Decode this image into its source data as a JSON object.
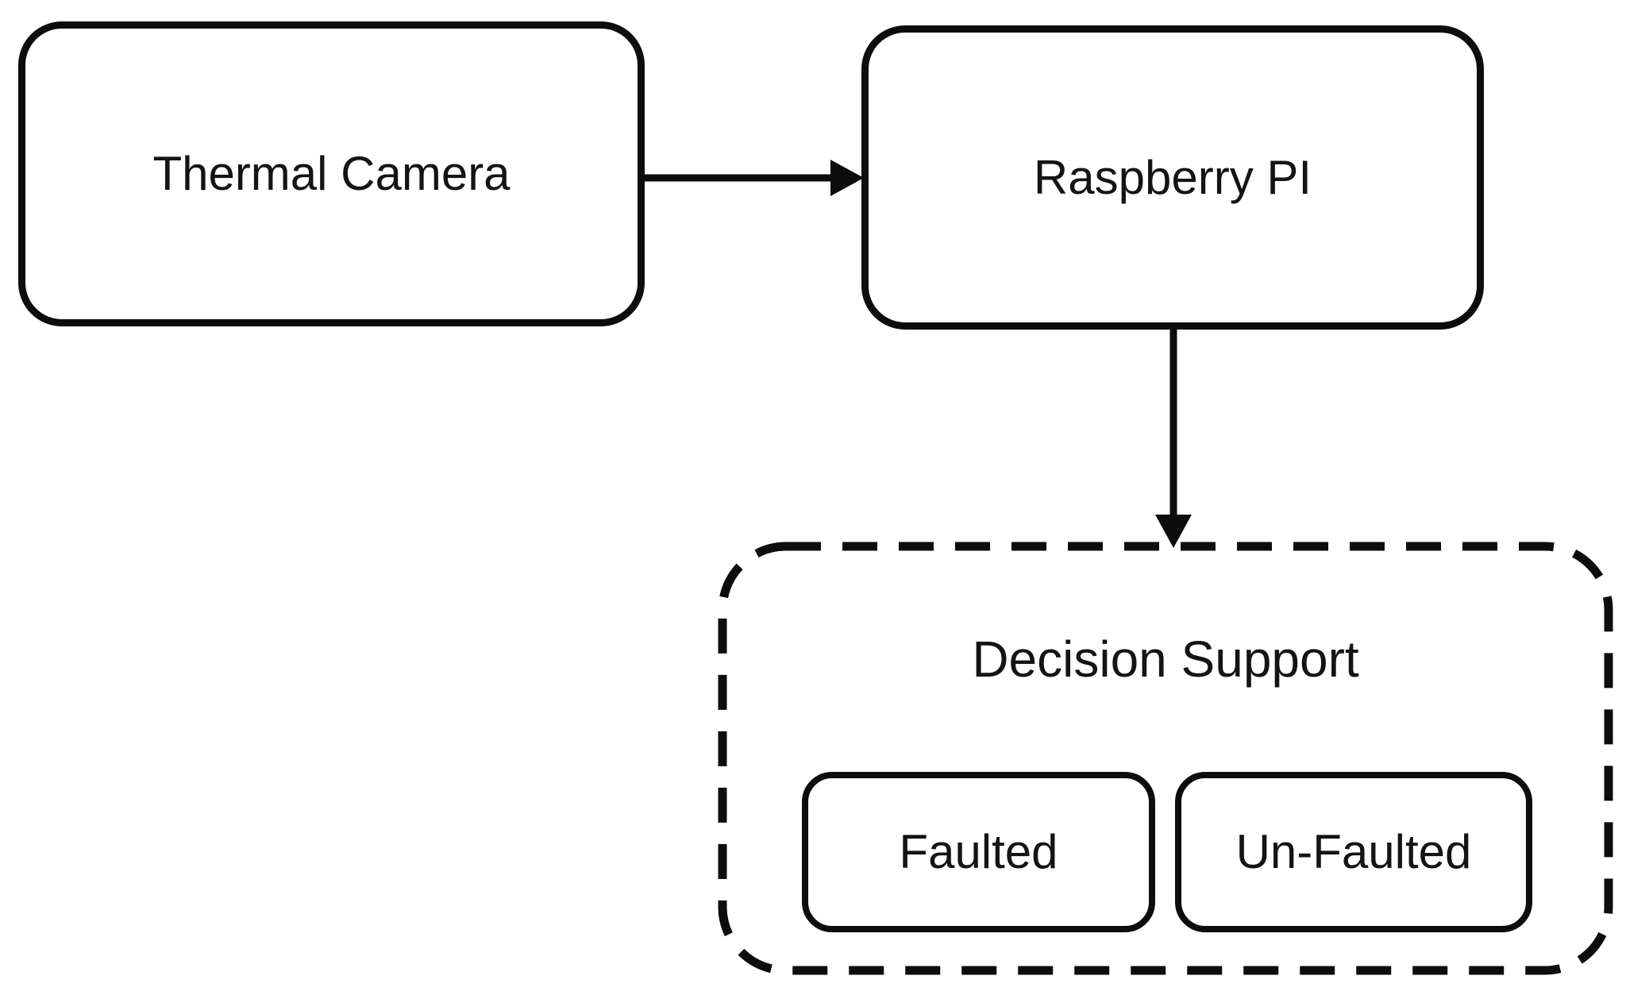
{
  "diagram": {
    "nodes": {
      "thermal_camera": {
        "label": "Thermal Camera"
      },
      "raspberry_pi": {
        "label": "Raspberry PI"
      },
      "decision_support": {
        "label": "Decision Support"
      },
      "faulted": {
        "label": "Faulted"
      },
      "un_faulted": {
        "label": "Un-Faulted"
      }
    },
    "edges": [
      {
        "from": "Thermal Camera",
        "to": "Raspberry PI",
        "direction": "right",
        "style": "solid-arrow"
      },
      {
        "from": "Raspberry PI",
        "to": "Decision Support",
        "direction": "down",
        "style": "solid-arrow"
      }
    ],
    "groups": [
      {
        "label": "Decision Support",
        "border_style": "dashed",
        "children": [
          "Faulted",
          "Un-Faulted"
        ]
      }
    ],
    "colors": {
      "background": "#ffffff",
      "stroke": "#0d0d0d",
      "text": "#141414"
    }
  }
}
